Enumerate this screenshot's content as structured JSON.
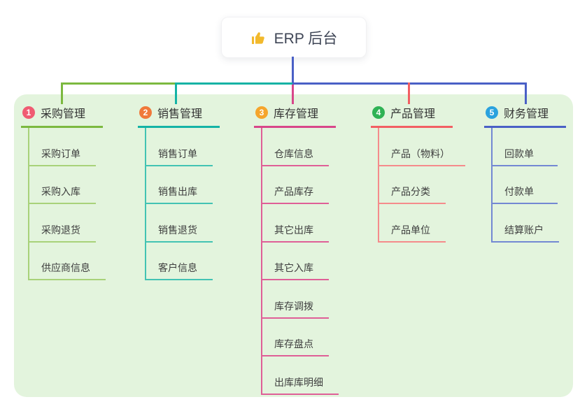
{
  "root": {
    "title": "ERP 后台",
    "icon": "thumbs-up",
    "line_color": "#4a60c6"
  },
  "panel_color": "#e3f4dd",
  "icon_color": "#f2b92c",
  "branches": [
    {
      "index": "1",
      "label": "采购管理",
      "badge_color": "#f05b72",
      "line_color": "#7cb93f",
      "child_line_color": "#a8d279",
      "children": [
        "采购订单",
        "采购入库",
        "采购退货",
        "供应商信息"
      ]
    },
    {
      "index": "2",
      "label": "销售管理",
      "badge_color": "#f0793a",
      "line_color": "#14b3a5",
      "child_line_color": "#43c3b3",
      "children": [
        "销售订单",
        "销售出库",
        "销售退货",
        "客户信息"
      ]
    },
    {
      "index": "3",
      "label": "库存管理",
      "badge_color": "#f5a52c",
      "line_color": "#d8478a",
      "child_line_color": "#df5f97",
      "children": [
        "仓库信息",
        "产品库存",
        "其它出库",
        "其它入库",
        "库存调拨",
        "库存盘点",
        "出库库明细"
      ]
    },
    {
      "index": "4",
      "label": "产品管理",
      "badge_color": "#2fb254",
      "line_color": "#f25f63",
      "child_line_color": "#f58b8b",
      "children": [
        "产品（物料）",
        "产品分类",
        "产品单位"
      ]
    },
    {
      "index": "5",
      "label": "财务管理",
      "badge_color": "#2aa2de",
      "line_color": "#4a60c6",
      "child_line_color": "#7388d3",
      "children": [
        "回款单",
        "付款单",
        "结算账户"
      ]
    }
  ]
}
